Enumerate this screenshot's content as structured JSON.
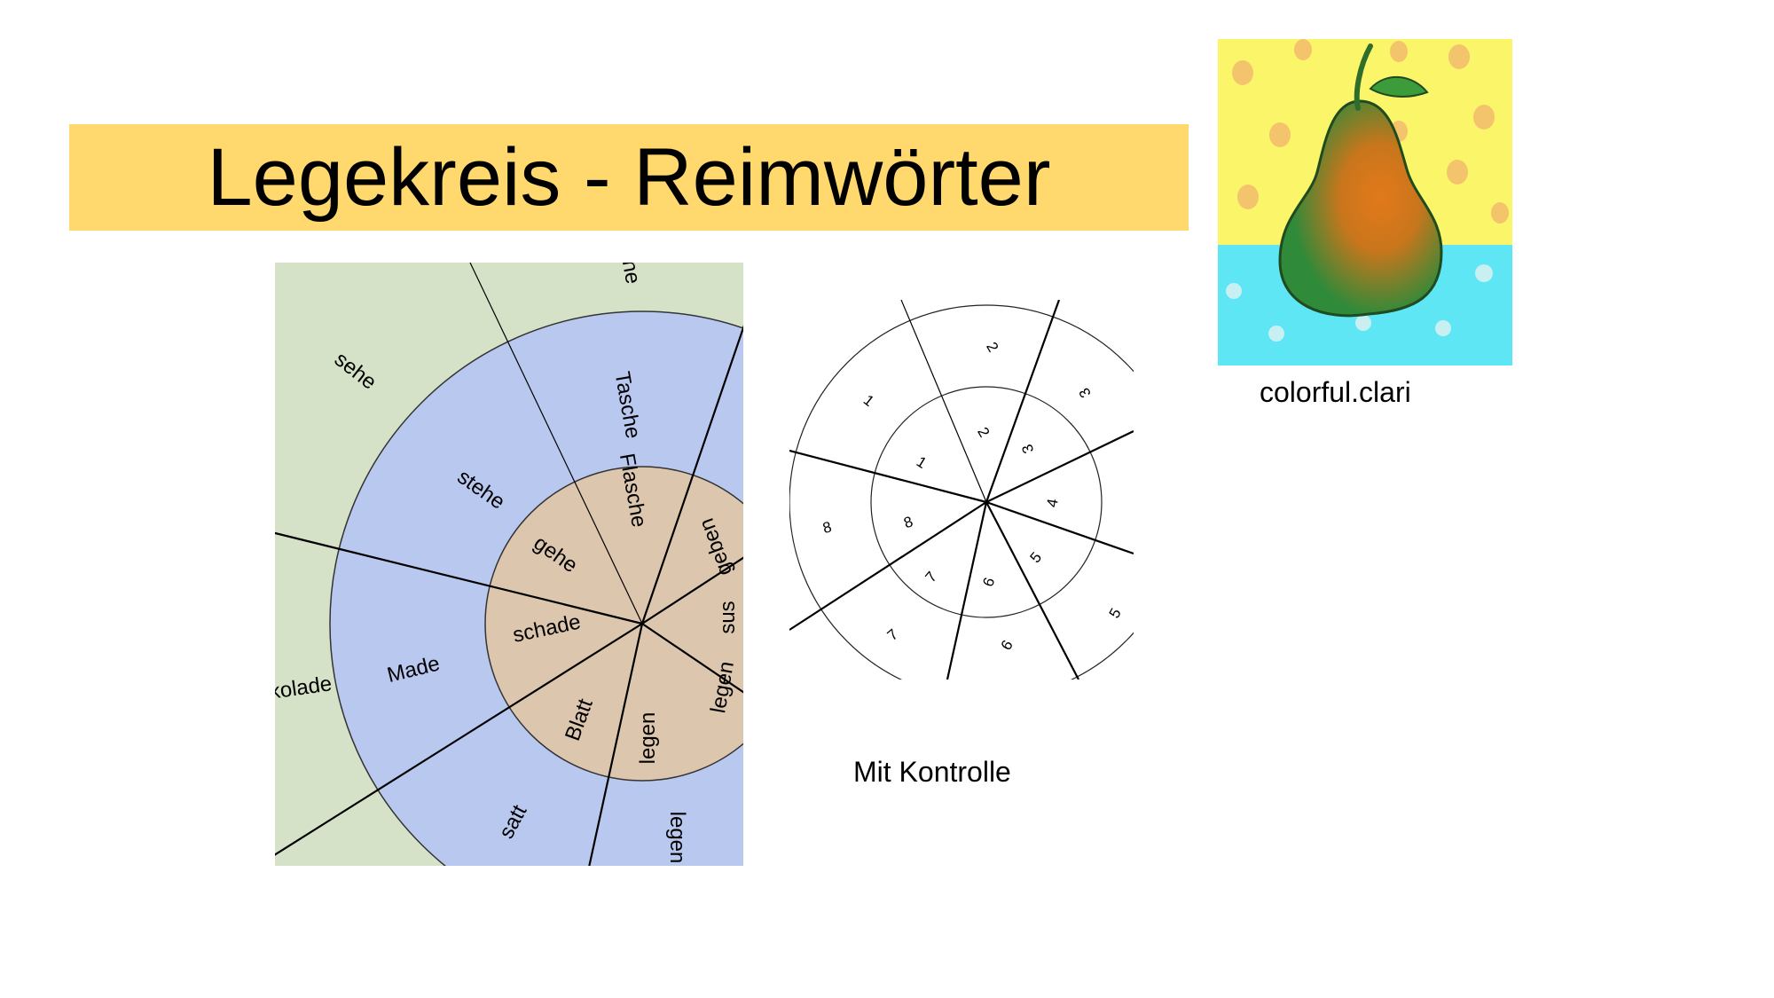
{
  "slide": {
    "title": "Legekreis - Reimwörter",
    "title_bg_color": "#ffd86e"
  },
  "wheel": {
    "outer_ring_color": "#d6e2c8",
    "middle_ring_color": "#b9c8ef",
    "inner_ring_color": "#dcc6ae",
    "inner_words": [
      "Flasche",
      "geben",
      "sus",
      "legen",
      "legen",
      "Blatt",
      "schade",
      "gehe"
    ],
    "middle_words": [
      "Tasche",
      "stehe",
      "Made",
      "satt",
      "legen"
    ],
    "outer_words": [
      "sche",
      "sehe",
      "kolade"
    ]
  },
  "control_wheel": {
    "inner_numbers": [
      "1",
      "2",
      "3",
      "4",
      "5",
      "6",
      "7",
      "8"
    ],
    "outer_numbers": [
      "1",
      "2",
      "3",
      "5",
      "6",
      "7",
      "8"
    ],
    "caption": "Mit Kontrolle"
  },
  "pear_image": {
    "caption": "colorful.clari",
    "bg_top_color": "#fbf56a",
    "bg_bottom_color": "#5fe6f5"
  }
}
